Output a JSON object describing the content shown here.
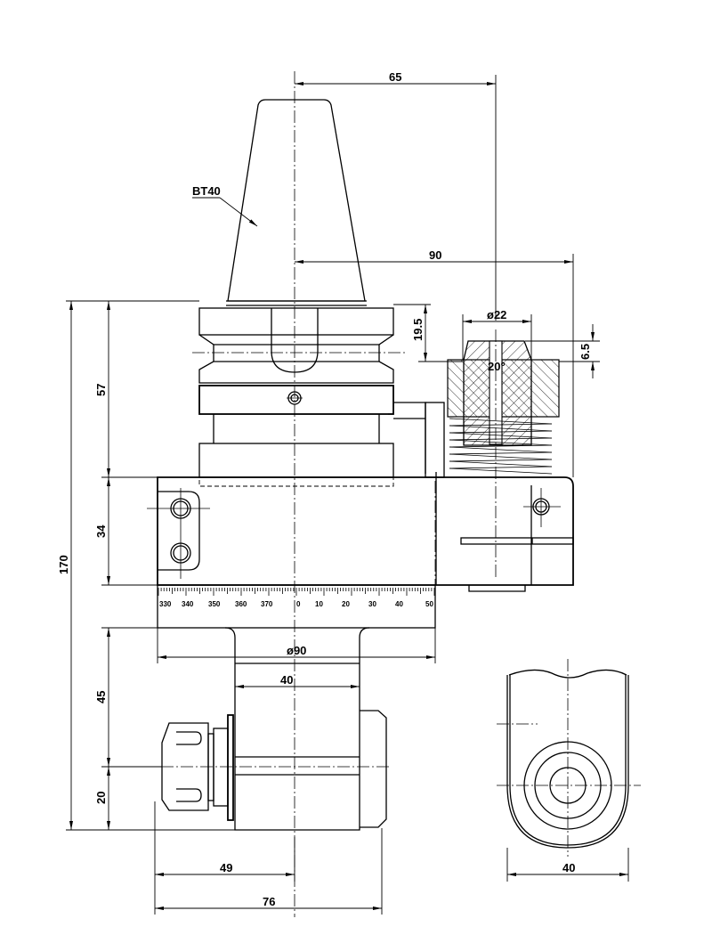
{
  "drawing": {
    "part_label": "BT40",
    "dimensions": {
      "offset_top": "65",
      "offset_mid": "90",
      "total_height": "170",
      "upper_height": "57",
      "body_height": "34",
      "lower_height": "45",
      "bottom_height": "20",
      "stop_block_diameter": "ø22",
      "stop_block_angle": "20°",
      "stop_block_offset": "6.5",
      "flange_to_stop": "19.5",
      "body_diameter": "ø90",
      "spindle_width": "40",
      "collet_to_axis": "49",
      "overall_length": "76",
      "side_view_width": "40"
    },
    "scale_labels": [
      "330",
      "340",
      "350",
      "360",
      "370",
      "0",
      "10",
      "20",
      "30",
      "40",
      "50"
    ]
  },
  "colors": {
    "line": "#000000",
    "background": "#ffffff"
  }
}
